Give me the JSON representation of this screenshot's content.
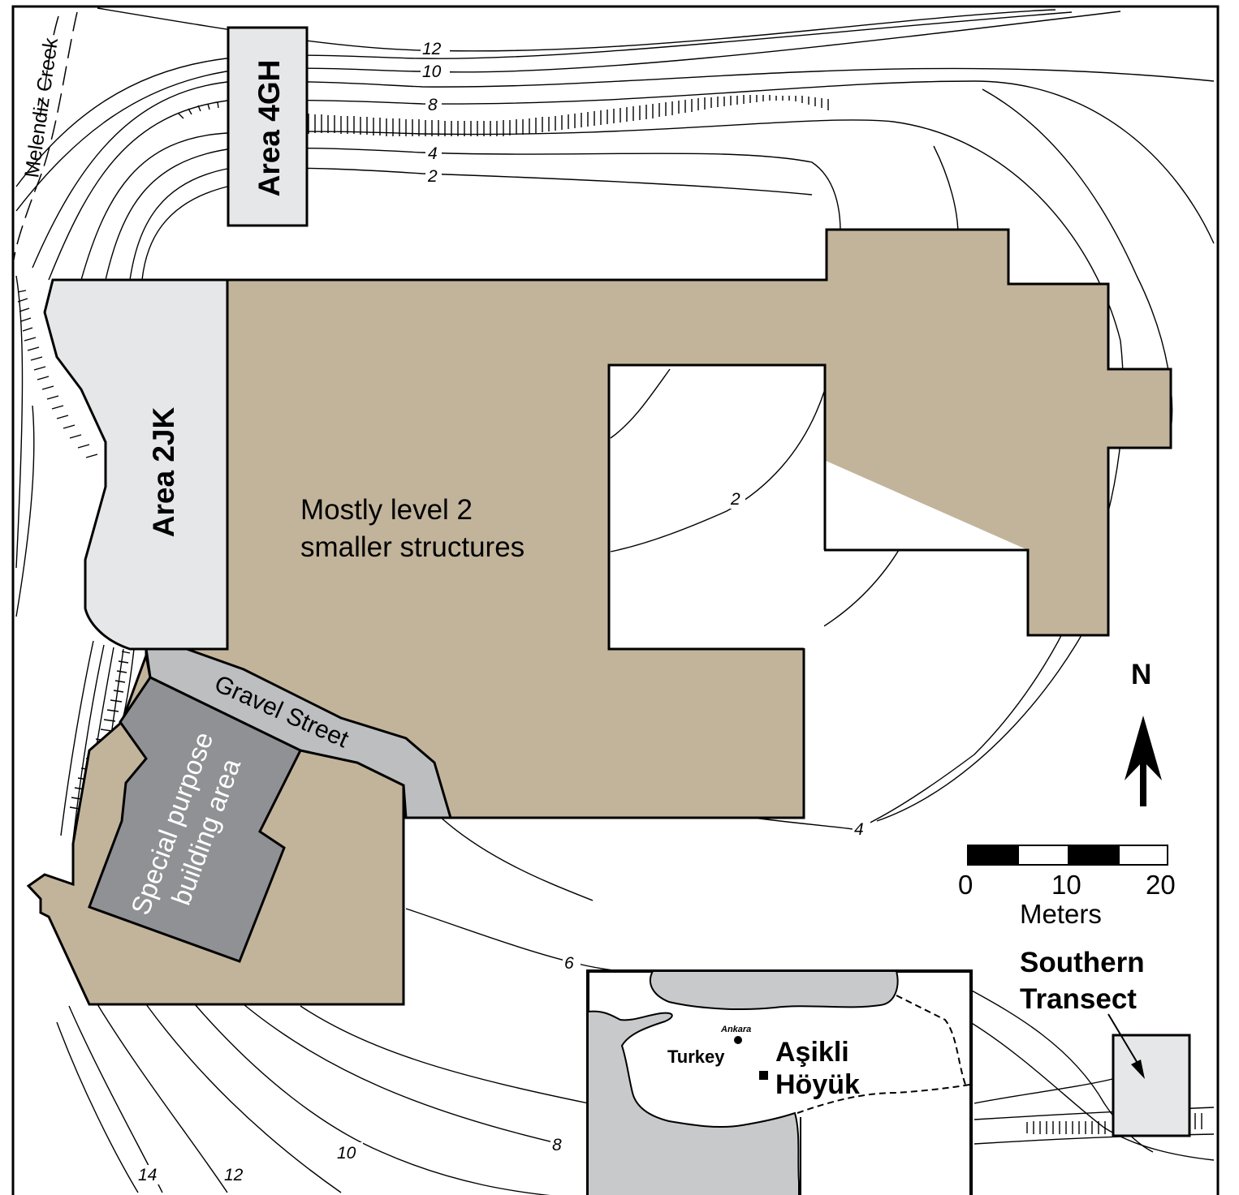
{
  "map": {
    "area_4gh": "Area 4GH",
    "area_2jk": "Area 2JK",
    "mostly_line1": "Mostly level 2",
    "mostly_line2": "smaller structures",
    "gravel_street": "Gravel Street",
    "special_line1": "Special purpose",
    "special_line2": "building area",
    "creek": "Melendiz Creek",
    "contour_labels": {
      "c12_top": "12",
      "c10_top": "10",
      "c8_top": "8",
      "c4_top": "4",
      "c2_top": "2",
      "c2_mid": "2",
      "c4_right": "4",
      "c6": "6",
      "c8_bottom": "8",
      "c10_bottom": "10",
      "c12_bottom": "12",
      "c14_bottom": "14"
    },
    "north": "N",
    "scale": {
      "ticks": [
        "0",
        "10",
        "20"
      ],
      "unit": "Meters"
    },
    "southern_line1": "Southern",
    "southern_line2": "Transect",
    "inset": {
      "ankara": "Ankara",
      "turkey": "Turkey",
      "site_line1": "Aşikli",
      "site_line2": "Höyük"
    },
    "colors": {
      "excavated_tan": "#c2b49b",
      "area_light": "#e6e7e8",
      "gravel": "#bcbec0",
      "special": "#8f9194",
      "sea": "#c8c9cb"
    }
  }
}
